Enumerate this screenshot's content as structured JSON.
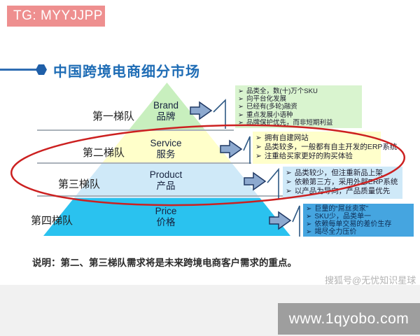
{
  "watermarks": {
    "tg_tag": "TG: MYYJJPP",
    "sohu": "搜狐号@无忧知识星球",
    "site": "www.1qyobo.com"
  },
  "slide": {
    "title": "中国跨境电商细分市场",
    "note": "说明：第二、第三梯队需求将是未来跨境电商客户需求的重点。",
    "tiers": [
      {
        "label": "第一梯队",
        "name_en": "Brand",
        "name_cn": "品牌",
        "bullets": [
          "品类全，数(十)万个SKU",
          "向平台化发展",
          "已经有(多轮)融资",
          "重点发展小语种",
          "品牌保护优先，而非短期利益"
        ]
      },
      {
        "label": "第二梯队",
        "name_en": "Service",
        "name_cn": "服务",
        "bullets": [
          "拥有自建网站",
          "品类较多，一般都有自主开发的ERP系统",
          "注重给买家更好的购买体验"
        ]
      },
      {
        "label": "第三梯队",
        "name_en": "Product",
        "name_cn": "产品",
        "bullets": [
          "品类较少，但注重新品上架",
          "依赖第三方，采用外部ERP系统",
          "以产品为导向，产品质量优先"
        ]
      },
      {
        "label": "第四梯队",
        "name_en": "Price",
        "name_cn": "价格",
        "bullets": [
          "巨量的“屌丝卖家”",
          "SKU少，品类单一",
          "依赖每单交易的差价生存",
          "竭尽全力压价"
        ]
      }
    ]
  },
  "icons": {
    "bullet_marker": "➢"
  },
  "colors": {
    "title_blue": "#1e6cb5",
    "tag_pink": "#ee8f8f",
    "tier1_green": "#c8efbe",
    "tier2_yellow": "#ffffca",
    "tier3_lightblue": "#cfe9f8",
    "tier4_cyan": "#2ac2ef",
    "box4_blue": "#45a5e0",
    "arrow_fill": "#8da9cf",
    "arrow_stroke": "#1f3864",
    "emphasis_red": "#cc2020",
    "watermark_gray": "#9e9e9e"
  }
}
